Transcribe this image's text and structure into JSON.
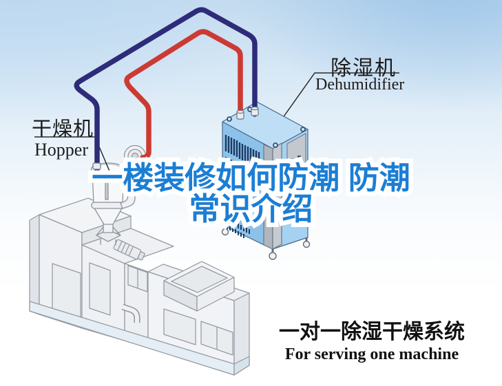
{
  "labels": {
    "hopper_cn": "干燥机",
    "hopper_en": "Hopper",
    "dehumidifier_cn": "除湿机",
    "dehumidifier_en": "Dehumidifier"
  },
  "headline": {
    "line1": "一楼装修如何防潮 防潮",
    "line2": "常识介绍",
    "text_color": "#1b7ed4",
    "outline_color": "#ffffff"
  },
  "caption": {
    "line1_cn": "一对一除湿干燥系统",
    "line2_en": "For serving one machine"
  },
  "illustration": {
    "parts": [
      "extruder-machine",
      "hopper",
      "blower-unit",
      "dehumidifier",
      "supply-tube-blue",
      "return-tube-red",
      "leader-lines"
    ],
    "colors": {
      "tube_blue": "#2e2b79",
      "tube_red": "#cc3a33",
      "dehumidifier_left_face": "#8cc2e9",
      "dehumidifier_top_face": "#bedef6",
      "dehumidifier_right_face": "#a6d2f1",
      "machine_body": "#f2f3f6",
      "background_top": "#c5dcf0"
    }
  }
}
